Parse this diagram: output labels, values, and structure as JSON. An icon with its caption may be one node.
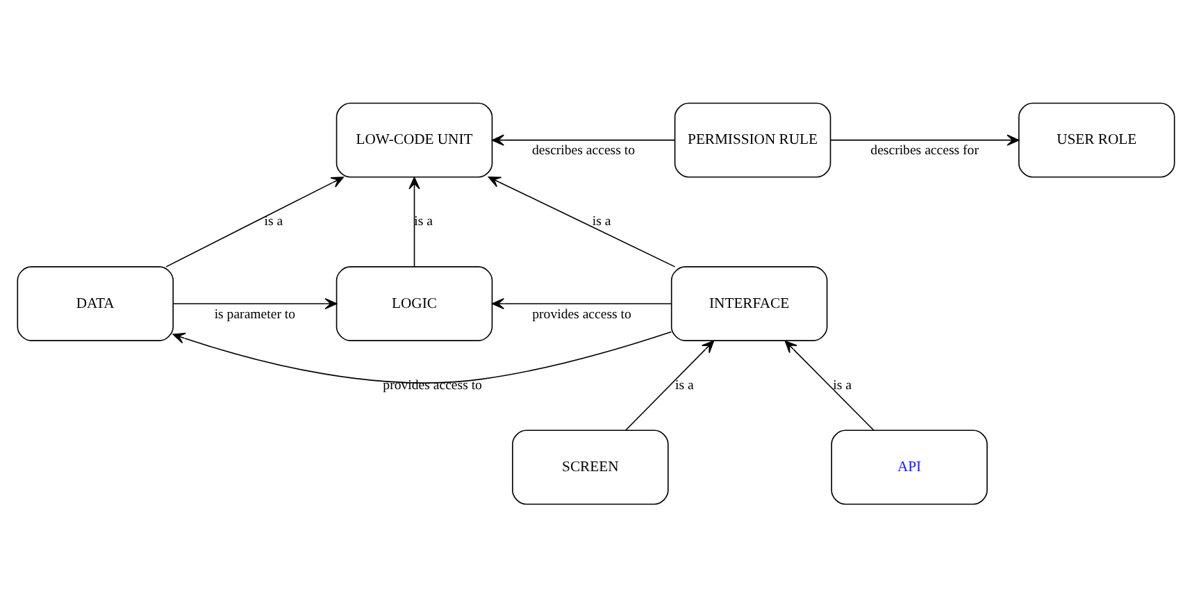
{
  "diagram": {
    "nodes": [
      {
        "text": [
          "LOW-CODE UNIT"
        ]
      },
      {
        "text": [
          "PERMISSION RULE"
        ]
      },
      {
        "text": [
          "USER ROLE"
        ]
      },
      {
        "text": [
          "DATA"
        ]
      },
      {
        "text": [
          "LOGIC"
        ]
      },
      {
        "text": [
          "INTERFACE"
        ]
      },
      {
        "text": [
          "SCREEN"
        ]
      },
      {
        "text": [
          "API"
        ]
      }
    ],
    "edges": [
      {
        "from": 1,
        "to": 0,
        "arrow": "to",
        "label": "describes access to"
      },
      {
        "from": 1,
        "to": 2,
        "arrow": "to",
        "label": "describes access for"
      },
      {
        "from": 3,
        "to": 0,
        "arrow": "to",
        "label": "is a"
      },
      {
        "from": 4,
        "to": 0,
        "arrow": "to",
        "label": "is a"
      },
      {
        "from": 5,
        "to": 0,
        "arrow": "to",
        "label": "is a"
      },
      {
        "from": 3,
        "to": 4,
        "arrow": "to",
        "label": "is parameter to"
      },
      {
        "from": 5,
        "to": 4,
        "arrow": "to",
        "label": "provides access to"
      },
      {
        "from": 5,
        "to": 3,
        "arrow": "to",
        "label": "provides access to"
      },
      {
        "from": 6,
        "to": 5,
        "arrow": "to",
        "label": "is a"
      },
      {
        "from": 7,
        "to": 5,
        "arrow": "to",
        "label": "is a"
      }
    ]
  }
}
